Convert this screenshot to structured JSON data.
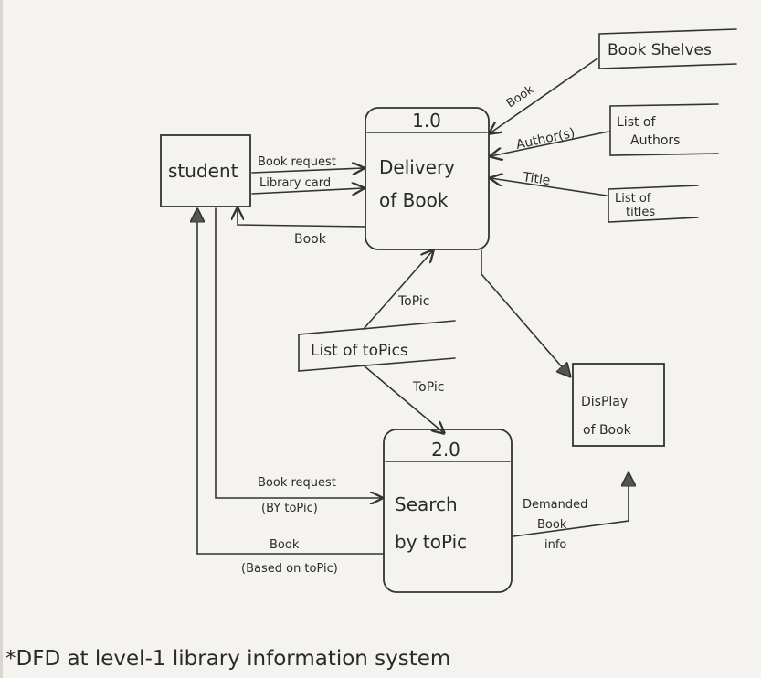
{
  "entities": {
    "student": "student",
    "book_shelves": "Book Shelves",
    "list_of_authors_line1": "List of",
    "list_of_authors_line2": "Authors",
    "list_of_titles_line1": "List of",
    "list_of_titles_line2": "titles",
    "list_of_topics": "List of toPics",
    "display_of_book_line1": "DisPlay",
    "display_of_book_line2": "of Book"
  },
  "processes": {
    "p1_number": "1.0",
    "p1_line1": "Delivery",
    "p1_line2": "of Book",
    "p2_number": "2.0",
    "p2_line1": "Search",
    "p2_line2": "by toPic"
  },
  "flows": {
    "book_request": "Book request",
    "library_card": "Library card",
    "book_to_student": "Book",
    "book_from_shelves": "Book",
    "authors": "Author(s)",
    "title": "Title",
    "topic_up": "ToPic",
    "topic_down": "ToPic",
    "book_request_topic_line1": "Book request",
    "book_request_topic_line2": "(BY toPic)",
    "book_based_line1": "Book",
    "book_based_line2": "(Based on toPic)",
    "demanded_line1": "Demanded",
    "demanded_line2": "Book",
    "demanded_line3": "info"
  },
  "caption": "*DFD at level-1 library information system",
  "colors": {
    "ink": "#2a2a2a",
    "paper": "#f4f3ef"
  }
}
